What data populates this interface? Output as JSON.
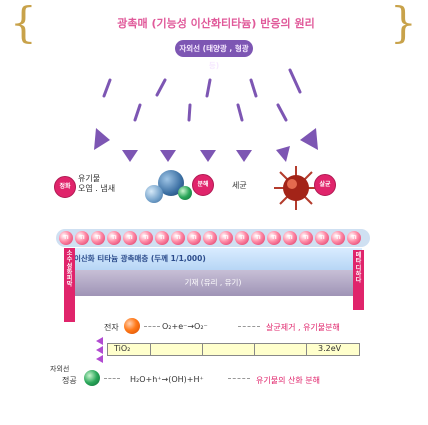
{
  "title": "광촉매 (기능성 이산화티타늄) 반응의 원리",
  "uv_label": "자외선 (태양광 , 형광등)",
  "electron_label": "전자",
  "hole_label": "정공",
  "odor_labels": "유기물\n오염 . 냄새",
  "bacteria_label": "세균",
  "circle_labels": [
    "정화",
    "분해",
    "살균"
  ],
  "particle_glyph": "Ti",
  "catalyst_band": "이산화 티타늄 광촉매층 (두께 1/1,000)",
  "substrate_label": "기재 (유리 , 유기)",
  "left_bar": "소수성화 피막",
  "right_bar": "메타 디하다",
  "electron_eq": "O₂+e⁻→O₂⁻",
  "electron_result": "살균제거 , 유기물분해",
  "band_name": "TiO₂",
  "band_gap": "3.2eV",
  "side_label": "자외선",
  "hole_eq": "H₂O+h⁺→(OH)+H⁺",
  "hole_result": "유기물의 산화 분해",
  "colors": {
    "accent": "#e0246b",
    "title": "#e05a9a",
    "uv_pill": "#7d56b3",
    "brace": "#c8a24a",
    "electron_orb": "#ff7a1a",
    "hole_orb": "#2aa75a"
  }
}
